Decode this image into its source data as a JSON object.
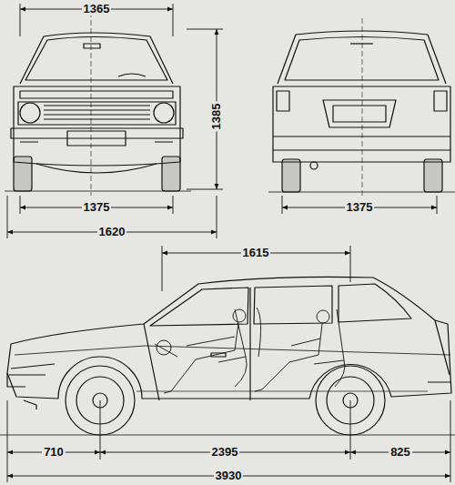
{
  "diagram": {
    "labels": [
      "1365",
      "1385",
      "1375",
      "1620",
      "1375",
      "1615",
      "710",
      "2395",
      "825",
      "3930"
    ]
  }
}
